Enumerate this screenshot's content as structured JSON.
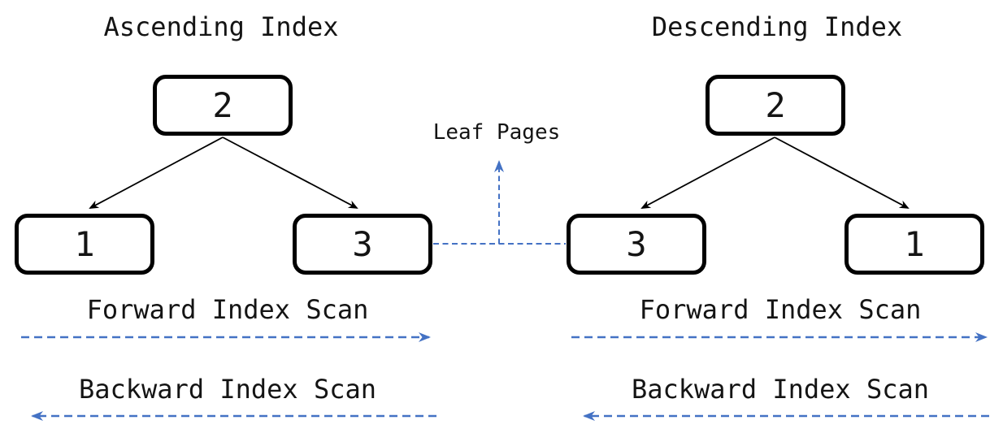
{
  "panels": {
    "left": {
      "title": "Ascending Index",
      "nodes": {
        "root": "2",
        "child_left": "1",
        "child_right": "3"
      },
      "forward_scan_label": "Forward Index Scan",
      "backward_scan_label": "Backward Index Scan"
    },
    "right": {
      "title": "Descending Index",
      "nodes": {
        "root": "2",
        "child_left": "3",
        "child_right": "1"
      },
      "forward_scan_label": "Forward Index Scan",
      "backward_scan_label": "Backward Index Scan"
    }
  },
  "annotations": {
    "leaf_pages_label": "Leaf Pages"
  },
  "colors": {
    "accent_blue": "#4472c4",
    "edge_black": "#000000",
    "background": "#ffffff",
    "text": "#141414"
  }
}
